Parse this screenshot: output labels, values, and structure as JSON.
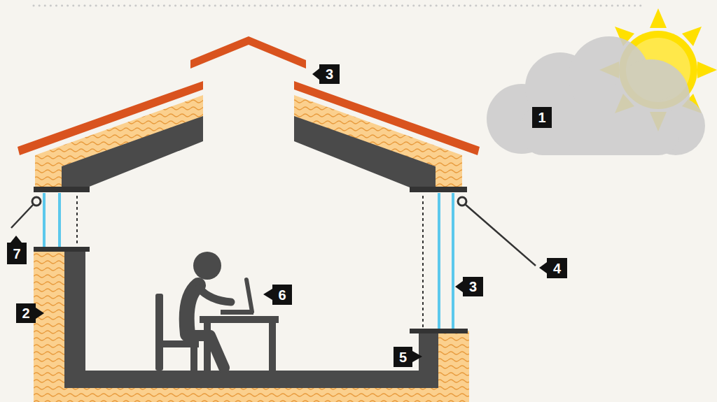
{
  "diagram": {
    "labels": [
      "3",
      "1",
      "7",
      "4",
      "3",
      "6",
      "2",
      "5"
    ]
  }
}
